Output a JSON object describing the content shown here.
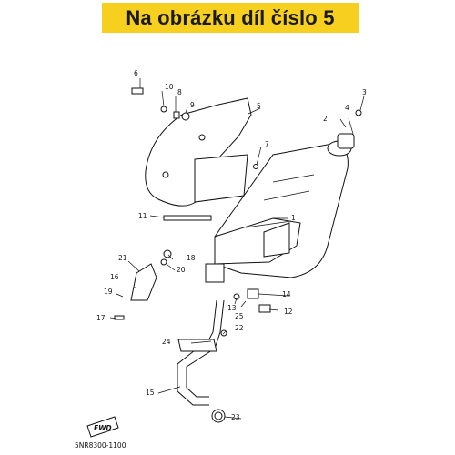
{
  "banner": {
    "text": "Na obrázku díl číslo 5",
    "color": "#f6cf1f"
  },
  "drawing_code": "5NR8300-1100",
  "fwd_label": "FWD",
  "callouts": [
    "1",
    "2",
    "3",
    "4",
    "5",
    "6",
    "7",
    "8",
    "9",
    "10",
    "11",
    "12",
    "13",
    "14",
    "15",
    "16",
    "17",
    "18",
    "19",
    "20",
    "21",
    "22",
    "23",
    "24",
    "25"
  ]
}
